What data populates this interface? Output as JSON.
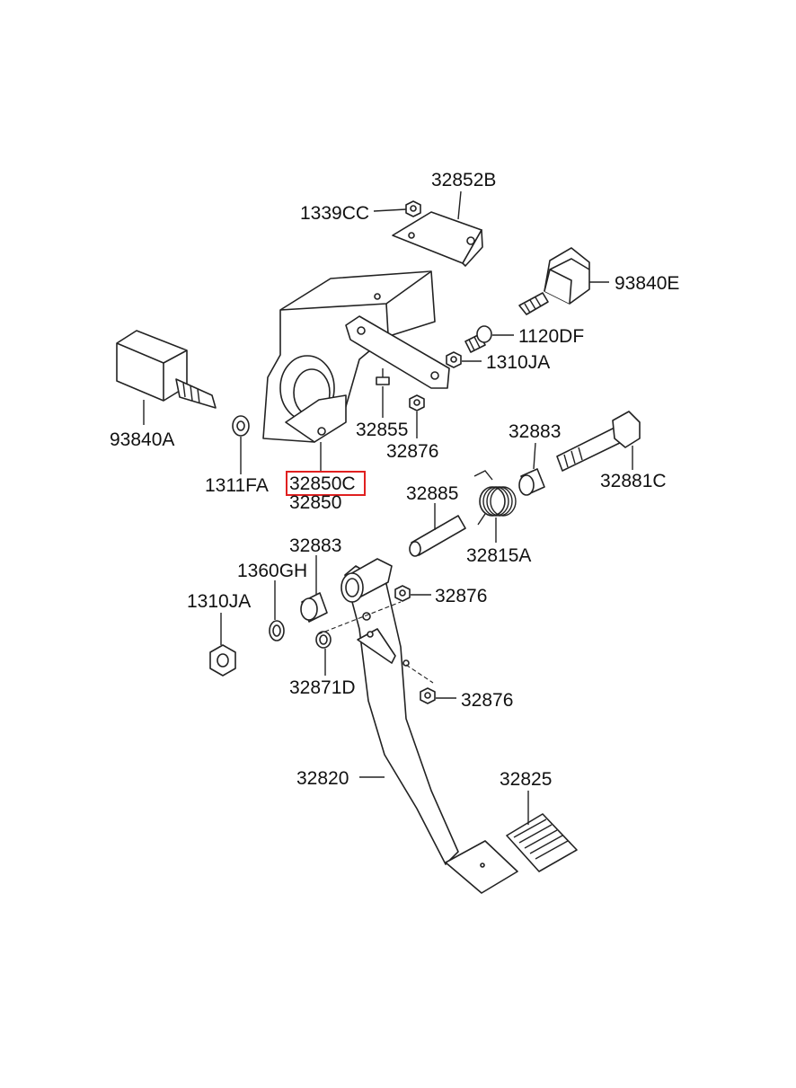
{
  "highlight_color": "#e02020",
  "labels": {
    "p32852B": "32852B",
    "p1339CC": "1339CC",
    "p93840E": "93840E",
    "p1120DF": "1120DF",
    "p1310JA_top": "1310JA",
    "p93840A": "93840A",
    "p32855": "32855",
    "p32876_a": "32876",
    "p1311FA": "1311FA",
    "p32850C": "32850C",
    "p32850": "32850",
    "p32883_a": "32883",
    "p32881C": "32881C",
    "p32885": "32885",
    "p32815A": "32815A",
    "p32883_b": "32883",
    "p1360GH": "1360GH",
    "p1310JA_bot": "1310JA",
    "p32876_b": "32876",
    "p32871D": "32871D",
    "p32876_c": "32876",
    "p32820": "32820",
    "p32825": "32825"
  }
}
